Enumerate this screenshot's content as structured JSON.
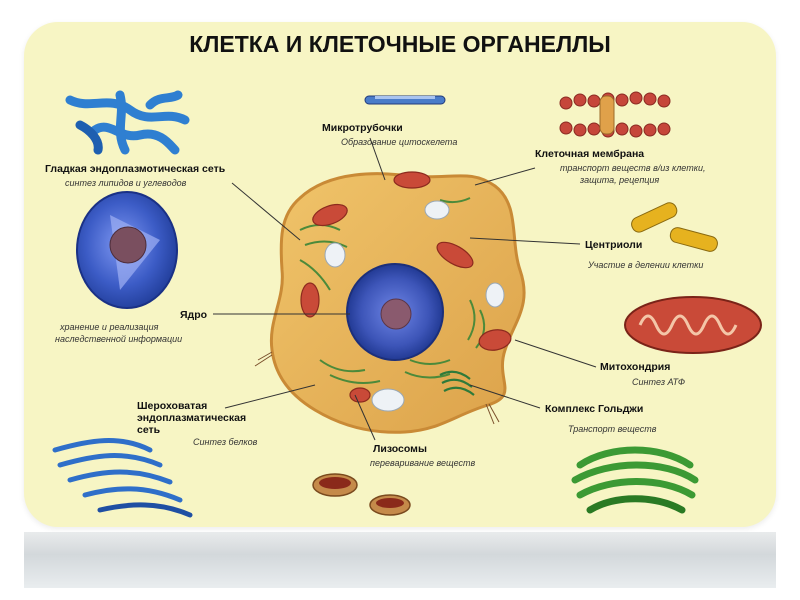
{
  "title": "КЛЕТКА И КЛЕТОЧНЫЕ ОРГАНЕЛЛЫ",
  "colors": {
    "board": "#f7f5c4",
    "cytoplasm": "#e8b45a",
    "nucleus": "#3d55b8",
    "nucleolus": "#8a5a6e",
    "mitochondria": "#c94a38",
    "er_blue": "#2f7fd1"
  },
  "organelles": [
    {
      "id": "smooth-er",
      "label": "Гладкая эндоплазмотическая сеть",
      "description": "синтез липидов и углеводов",
      "icon": "smooth-er-icon"
    },
    {
      "id": "microtubules",
      "label": "Микротрубочки",
      "description": "Образование цитоскелета",
      "icon": "microtubule-icon"
    },
    {
      "id": "cell-membrane",
      "label": "Клеточная мембрана",
      "description": "транспорт веществ в/из клетки, защита, рецепция",
      "icon": "membrane-icon"
    },
    {
      "id": "centrioles",
      "label": "Центриоли",
      "description": "Участие в делении клетки",
      "icon": "centriole-icon"
    },
    {
      "id": "nucleus",
      "label": "Ядро",
      "description": "хранение и реализация наследственной информации",
      "icon": "nucleus-icon"
    },
    {
      "id": "mitochondria",
      "label": "Митохондрия",
      "description": "Синтез АТФ",
      "icon": "mitochondrion-icon"
    },
    {
      "id": "rough-er",
      "label": "Шероховатая эндоплазматическая сеть",
      "description": "Синтез белков",
      "icon": "rough-er-icon"
    },
    {
      "id": "golgi",
      "label": "Комплекс Гольджи",
      "description": "Транспорт веществ",
      "icon": "golgi-icon"
    },
    {
      "id": "lysosomes",
      "label": "Лизосомы",
      "description": "переваривание веществ",
      "icon": "lysosome-icon"
    }
  ]
}
